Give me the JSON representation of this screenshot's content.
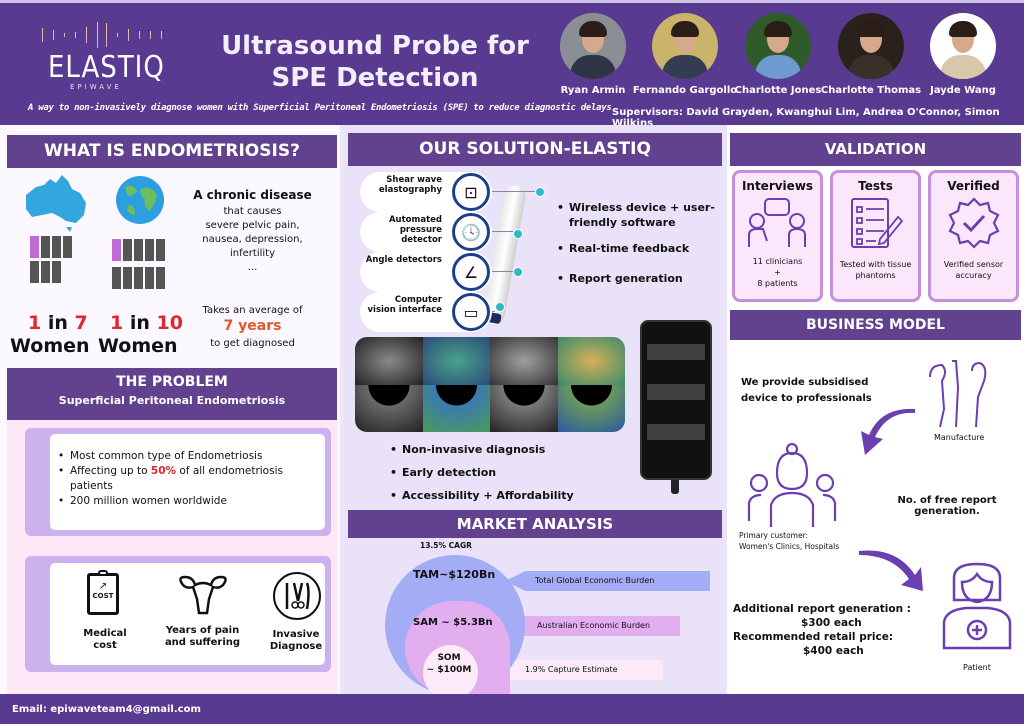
{
  "header": {
    "logo_brand": "ELASTIQ",
    "logo_sub": "EPIWAVE",
    "title_line1": "Ultrasound Probe for",
    "title_line2": "SPE Detection",
    "tagline": "A way to non-invasively diagnose women with Superficial Peritoneal Endometriosis (SPE) to reduce diagnostic delays",
    "supervisors": "Supervisors: David Grayden, Kwanghui Lim, Andrea O'Connor, Simon Wilkins",
    "team": [
      {
        "name": "Ryan Armin",
        "bg": "#8a8f96",
        "suit": "#2e3444"
      },
      {
        "name": "Fernando Gargollo",
        "bg": "#c9b46a",
        "suit": "#343c52"
      },
      {
        "name": "Charlotte Jones",
        "bg": "#2f5a2a",
        "suit": "#6f9ad0"
      },
      {
        "name": "Charlotte Thomas",
        "bg": "#2a211d",
        "suit": "#3a302a"
      },
      {
        "name": "Jayde Wang",
        "bg": "#ffffff",
        "suit": "#d8c8a9"
      }
    ]
  },
  "endometriosis": {
    "heading": "WHAT IS ENDOMETRIOSIS?",
    "stat_au_num": "1",
    "stat_au_in": " in ",
    "stat_au_den": "7",
    "stat_world_num": "1",
    "stat_world_in": " in ",
    "stat_world_den": "10",
    "women": "Women",
    "disease_title": "A chronic disease",
    "disease_desc": "that causes\nsevere pelvic pain,\nnausea, depression,\ninfertility\n...",
    "avg_prefix": "Takes an average of",
    "avg_years": "7 years",
    "avg_suffix": "to get diagnosed"
  },
  "problem": {
    "heading": "THE PROBLEM",
    "subheading": "Superficial Peritoneal Endometriosis",
    "bullets": [
      "Most common type of Endometriosis",
      "Affecting up to ",
      "200 million women worldwide"
    ],
    "highlight": "50%",
    "bullet2_suffix": " of all endometriosis patients",
    "impacts": [
      {
        "icon": "cost-clipboard-icon",
        "label": "Medical\ncost",
        "glyph": "COST"
      },
      {
        "icon": "uterus-icon",
        "label": "Years of pain\nand suffering"
      },
      {
        "icon": "surgical-tools-icon",
        "label": "Invasive\nDiagnose"
      }
    ]
  },
  "solution": {
    "heading": "OUR SOLUTION-ELASTIQ",
    "features": [
      {
        "label": "Shear wave elastography",
        "icon": "shear-wave-icon",
        "glyph": "⊡"
      },
      {
        "label": "Automated pressure detector",
        "icon": "clock-icon",
        "glyph": "🕓"
      },
      {
        "label": "Angle detectors",
        "icon": "angle-icon",
        "glyph": "∠"
      },
      {
        "label": "Computer vision interface",
        "icon": "monitor-icon",
        "glyph": "▭"
      }
    ],
    "benefits": [
      "Wireless device + user-friendly software",
      "Real-time feedback",
      "Report generation"
    ],
    "outcomes": [
      "Non-invasive diagnosis",
      "Early detection",
      "Accessibility + Affordability"
    ]
  },
  "market": {
    "heading": "MARKET ANALYSIS",
    "cagr": "13.5% CAGR",
    "tam": "TAM~$120Bn",
    "tam_desc": "Total Global Economic Burden",
    "sam": "SAM ~ $5.3Bn",
    "sam_desc": "Australian Economic Burden",
    "som": "SOM\n~ $100M",
    "som_desc": "1.9% Capture Estimate",
    "colors": {
      "tam": "#a3acf5",
      "sam": "#e2aef0",
      "som": "#fdeaf8"
    }
  },
  "validation": {
    "heading": "VALIDATION",
    "cards": [
      {
        "title": "Interviews",
        "desc": "11 clinicians\n+\n8 patients",
        "icon": "interview-icon"
      },
      {
        "title": "Tests",
        "desc": "Tested with tissue\nphantoms",
        "icon": "checklist-icon"
      },
      {
        "title": "Verified",
        "desc": "Verified sensor\naccuracy",
        "icon": "verified-badge-icon"
      }
    ]
  },
  "business": {
    "heading": "BUSINESS MODEL",
    "provide": "We provide subsidised\ndevice to professionals",
    "manufacture": "Manufacture",
    "free_reports": "No. of free report\ngeneration.",
    "primary_customer": "Primary customer:\nWomen's Clinics, Hospitals",
    "pricing_line1": "Additional report generation :",
    "pricing_line2": "$300 each",
    "pricing_line3": "Recommended retail price:",
    "pricing_line4": "$400 each",
    "patient": "Patient"
  },
  "footer": {
    "email": "Email: epiwaveteam4@gmail.com"
  },
  "colors": {
    "brand_purple": "#583b91",
    "highlight_red": "#e0262e",
    "highlight_orange": "#e2562e",
    "accent_teal": "#2fb9c8"
  }
}
